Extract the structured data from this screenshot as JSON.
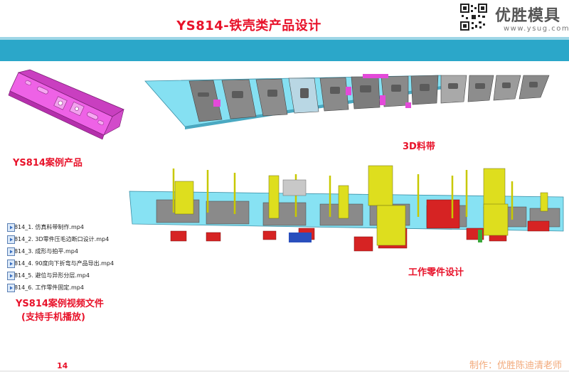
{
  "header": {
    "title": "YS814-铁壳类产品设计",
    "logo_text": "优胜模具",
    "logo_url": "www.ysug.com"
  },
  "labels": {
    "product": "YS814案例产品",
    "strip_3d": "3D料带",
    "working_parts": "工作零件设计",
    "video_title_line1": "YS814案例视频文件",
    "video_title_line2": "(支持手机播放)"
  },
  "files": [
    "YS814_1. 仿真料带制作.mp4",
    "YS814_2. 3D零件压毛边断口设计.mp4",
    "YS814_3. 成形与拍平.mp4",
    "YS814_4. 90度向下折弯与产品导出.mp4",
    "YS814_5. 避位与异形分层.mp4",
    "YS814_6. 工作零件固定.mp4"
  ],
  "footer": {
    "page_number": "14",
    "credit": "制作：优胜陈迪清老师"
  },
  "icons": {
    "video_file": "video-file-icon",
    "qr": "qr-code-icon"
  },
  "colors": {
    "title_red": "#e8122a",
    "band_blue": "#2ba7c9",
    "product_magenta": "#e94be0",
    "strip_cyan": "#7fe3f5",
    "part_yellow": "#dede1e",
    "part_red": "#d62323"
  }
}
